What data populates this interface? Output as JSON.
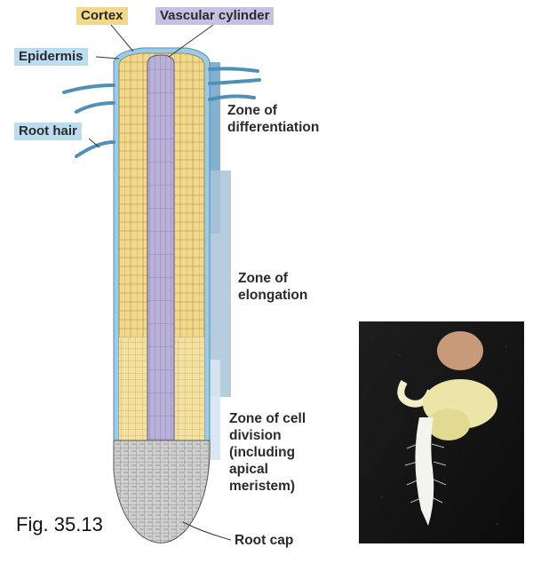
{
  "labels": {
    "cortex": "Cortex",
    "vascular_cylinder": "Vascular cylinder",
    "epidermis": "Epidermis",
    "root_hair": "Root hair",
    "root_cap": "Root cap"
  },
  "zones": {
    "differentiation": [
      "Zone of",
      "differentiation"
    ],
    "elongation": [
      "Zone of",
      "elongation"
    ],
    "cell_division": [
      "Zone of cell",
      "division",
      "(including",
      "apical",
      "meristem)"
    ]
  },
  "caption": "Fig. 35.13",
  "colors": {
    "cortex": "#f2d98a",
    "vascular": "#b9b1d8",
    "epidermis": "#9ccbe6",
    "root_cap": "#c8c8c8",
    "zone_differentiation": "#6fa3c7",
    "zone_elongation": "#a9c4d8",
    "zone_division": "#d7e5f1"
  }
}
